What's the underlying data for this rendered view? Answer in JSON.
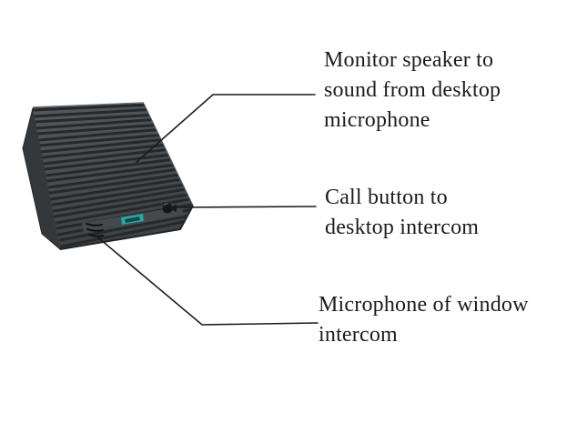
{
  "figure": {
    "kind": "product callout diagram"
  },
  "labels": [
    {
      "id": "monitor-speaker",
      "lines": [
        "Monitor speaker to",
        "sound from desktop",
        "microphone"
      ]
    },
    {
      "id": "call-button",
      "lines": [
        "Call button to",
        "desktop intercom"
      ]
    },
    {
      "id": "window-microphone",
      "lines": [
        "Microphone of window",
        "intercom"
      ]
    }
  ],
  "device": {
    "parts": [
      "speaker-grille",
      "talk-button",
      "call-button-knob",
      "microphone-slots"
    ]
  },
  "colors": {
    "device_body": "#4b4e51",
    "device_side": "#35383b",
    "band": "#46494c",
    "button_teal": "#2fa8a5",
    "button_teal_inner": "#15494c",
    "knob": "#141517",
    "line": "#1a1a1a",
    "text": "#1c1c1c"
  }
}
